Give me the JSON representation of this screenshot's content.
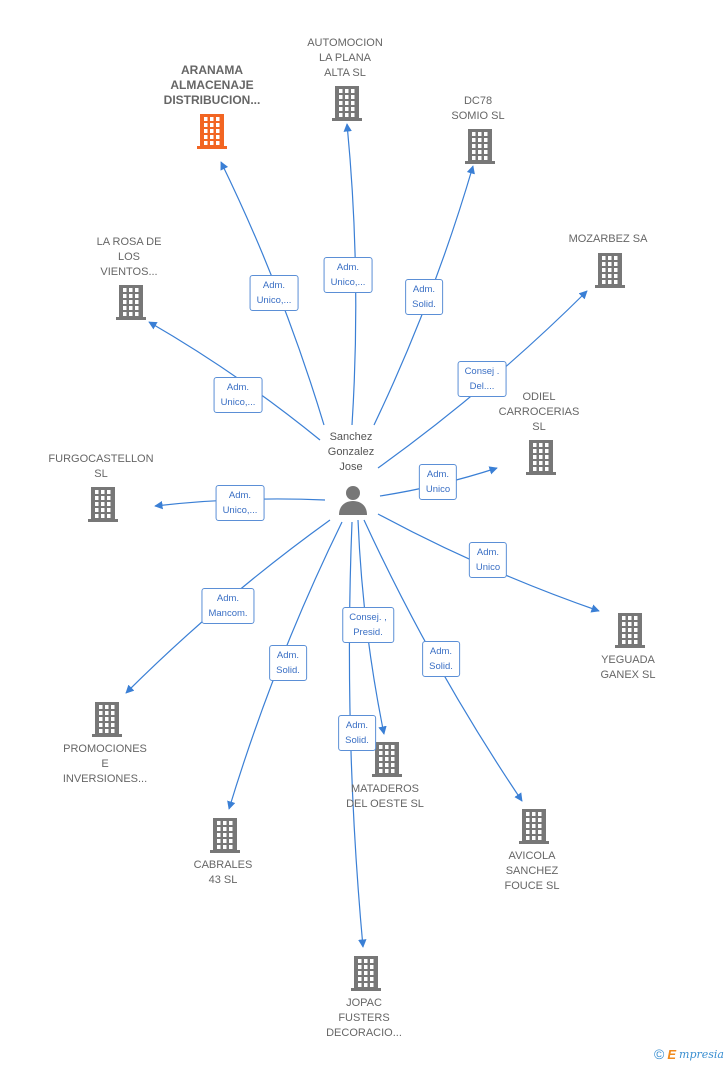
{
  "center": {
    "name_lines": [
      "Sanchez",
      "Gonzalez",
      "Jose"
    ]
  },
  "nodes": [
    {
      "id": "aranama",
      "lines": [
        "ARANAMA",
        "ALMACENAJE",
        "DISTRIBUCION..."
      ],
      "highlight": true,
      "color": "#f26522"
    },
    {
      "id": "automocion",
      "lines": [
        "AUTOMOCION",
        "LA PLANA",
        "ALTA  SL"
      ],
      "highlight": false,
      "color": "#777777"
    },
    {
      "id": "dc78",
      "lines": [
        "DC78",
        "SOMIO  SL"
      ],
      "highlight": false,
      "color": "#777777"
    },
    {
      "id": "mozarbez",
      "lines": [
        "MOZARBEZ SA"
      ],
      "highlight": false,
      "color": "#777777"
    },
    {
      "id": "odiel",
      "lines": [
        "ODIEL",
        "CARROCERIAS",
        "SL"
      ],
      "highlight": false,
      "color": "#777777"
    },
    {
      "id": "larosa",
      "lines": [
        "LA ROSA DE",
        "LOS",
        "VIENTOS..."
      ],
      "highlight": false,
      "color": "#777777"
    },
    {
      "id": "furgocastellon",
      "lines": [
        "FURGOCASTELLON",
        "SL"
      ],
      "highlight": false,
      "color": "#777777"
    },
    {
      "id": "yeguada",
      "lines": [
        "YEGUADA",
        "GANEX  SL"
      ],
      "highlight": false,
      "color": "#777777"
    },
    {
      "id": "promociones",
      "lines": [
        "PROMOCIONES",
        "E",
        "INVERSIONES..."
      ],
      "highlight": false,
      "color": "#777777"
    },
    {
      "id": "mataderos",
      "lines": [
        "MATADEROS",
        "DEL OESTE SL"
      ],
      "highlight": false,
      "color": "#777777"
    },
    {
      "id": "cabrales",
      "lines": [
        "CABRALES",
        "43  SL"
      ],
      "highlight": false,
      "color": "#777777"
    },
    {
      "id": "avicola",
      "lines": [
        "AVICOLA",
        "SANCHEZ",
        "FOUCE  SL"
      ],
      "highlight": false,
      "color": "#777777"
    },
    {
      "id": "jopac",
      "lines": [
        "JOPAC",
        "FUSTERS",
        "DECORACIO..."
      ],
      "highlight": false,
      "color": "#777777"
    }
  ],
  "edges": [
    {
      "to": "aranama",
      "label": [
        "Adm.",
        "Unico,..."
      ]
    },
    {
      "to": "automocion",
      "label": [
        "Adm.",
        "Unico,..."
      ]
    },
    {
      "to": "dc78",
      "label": [
        "Adm.",
        "Solid."
      ]
    },
    {
      "to": "mozarbez",
      "label": [
        "Consej .",
        "Del...."
      ]
    },
    {
      "to": "larosa",
      "label": [
        "Adm.",
        "Unico,..."
      ]
    },
    {
      "to": "odiel",
      "label": [
        "Adm.",
        "Unico"
      ]
    },
    {
      "to": "furgocastellon",
      "label": [
        "Adm.",
        "Unico,..."
      ]
    },
    {
      "to": "yeguada",
      "label": [
        "Adm.",
        "Unico"
      ]
    },
    {
      "to": "promociones",
      "label": [
        "Adm.",
        "Mancom."
      ]
    },
    {
      "to": "mataderos",
      "label": [
        "Consej. ,",
        "Presid."
      ]
    },
    {
      "to": "cabrales",
      "label": [
        "Adm.",
        "Solid."
      ]
    },
    {
      "to": "avicola",
      "label": [
        "Adm.",
        "Solid."
      ]
    },
    {
      "to": "jopac",
      "label": [
        "Adm.",
        "Solid."
      ]
    }
  ],
  "colors": {
    "edge": "#3a7fd5",
    "label_border": "#5b8fd6",
    "building": "#777777",
    "highlight": "#f26522"
  },
  "footer": {
    "copyright": "©",
    "brand_initial": "E",
    "brand_rest": "mpresia"
  }
}
